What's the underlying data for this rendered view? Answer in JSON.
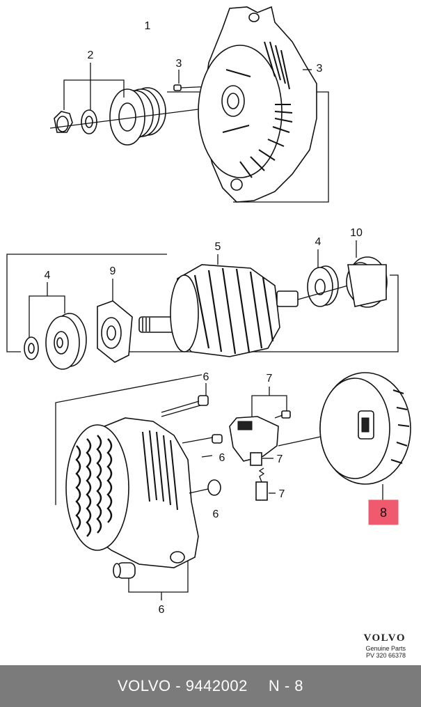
{
  "callouts": {
    "c1": "1",
    "c2": "2",
    "c3a": "3",
    "c3b": "3",
    "c4a": "4",
    "c4b": "4",
    "c5": "5",
    "c9": "9",
    "c10": "10",
    "c6a": "6",
    "c6b": "6",
    "c6c": "6",
    "c6d": "6",
    "c7a": "7",
    "c7b": "7",
    "c7c": "7"
  },
  "highlight": {
    "label": "8",
    "color": "#f05a6e"
  },
  "brand": {
    "name": "VOLVO",
    "subtitle": "Genuine Parts",
    "code": "PV 320 66378"
  },
  "footer": {
    "brand": "VOLVO",
    "separator": " - ",
    "part_number": "9442002",
    "ref_prefix": "N - ",
    "ref_number": "8",
    "background": "#7b7b7b"
  }
}
